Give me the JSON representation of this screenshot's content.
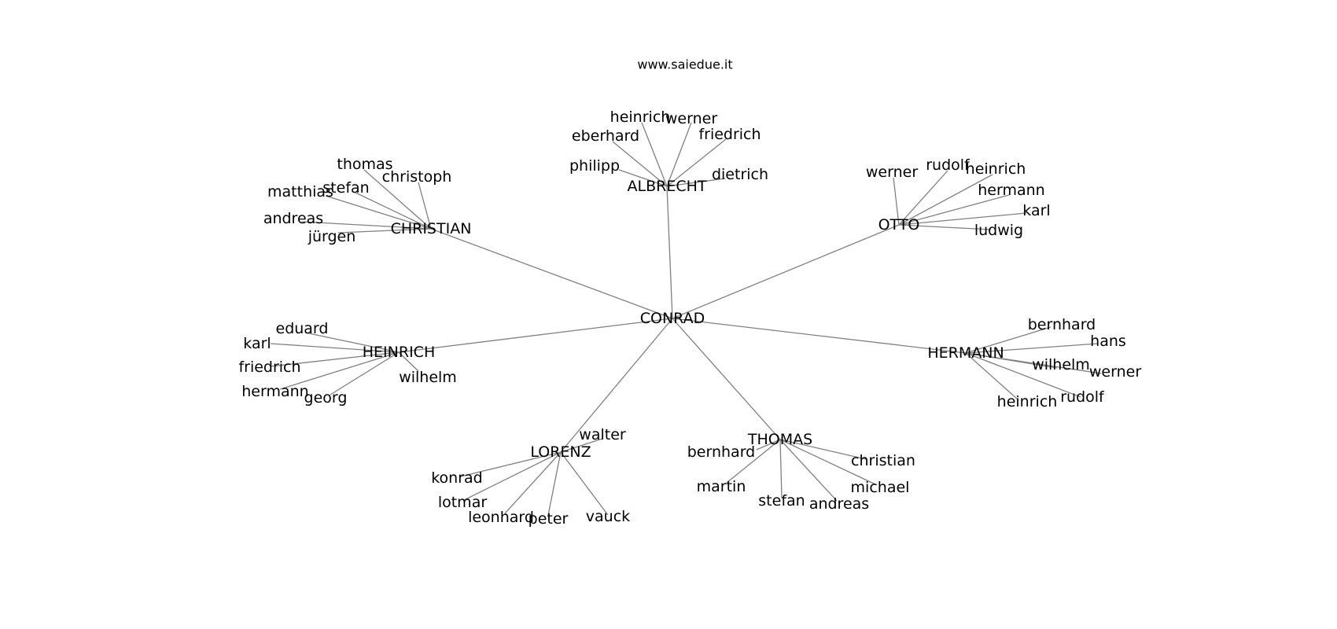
{
  "caption": "www.saiedue.it",
  "colors": {
    "edge": "#808080",
    "text": "#000000",
    "background": "#ffffff"
  },
  "graph": {
    "root": "CONRAD",
    "branches": [
      {
        "name": "ALBRECHT",
        "children": [
          "heinrich",
          "werner",
          "eberhard",
          "friedrich",
          "philipp",
          "dietrich"
        ]
      },
      {
        "name": "CHRISTIAN",
        "children": [
          "thomas",
          "christoph",
          "stefan",
          "matthias",
          "andreas",
          "jürgen"
        ]
      },
      {
        "name": "OTTO",
        "children": [
          "werner",
          "rudolf",
          "heinrich",
          "hermann",
          "karl",
          "ludwig"
        ]
      },
      {
        "name": "HEINRICH",
        "children": [
          "eduard",
          "karl",
          "friedrich",
          "hermann",
          "georg",
          "wilhelm"
        ]
      },
      {
        "name": "HERMANN",
        "children": [
          "bernhard",
          "hans",
          "wilhelm",
          "werner",
          "rudolf",
          "heinrich"
        ]
      },
      {
        "name": "LORENZ",
        "children": [
          "walter",
          "konrad",
          "lotmar",
          "leonhard",
          "peter",
          "vauck"
        ]
      },
      {
        "name": "THOMAS",
        "children": [
          "bernhard",
          "christian",
          "martin",
          "michael",
          "stefan",
          "andreas"
        ]
      }
    ]
  }
}
